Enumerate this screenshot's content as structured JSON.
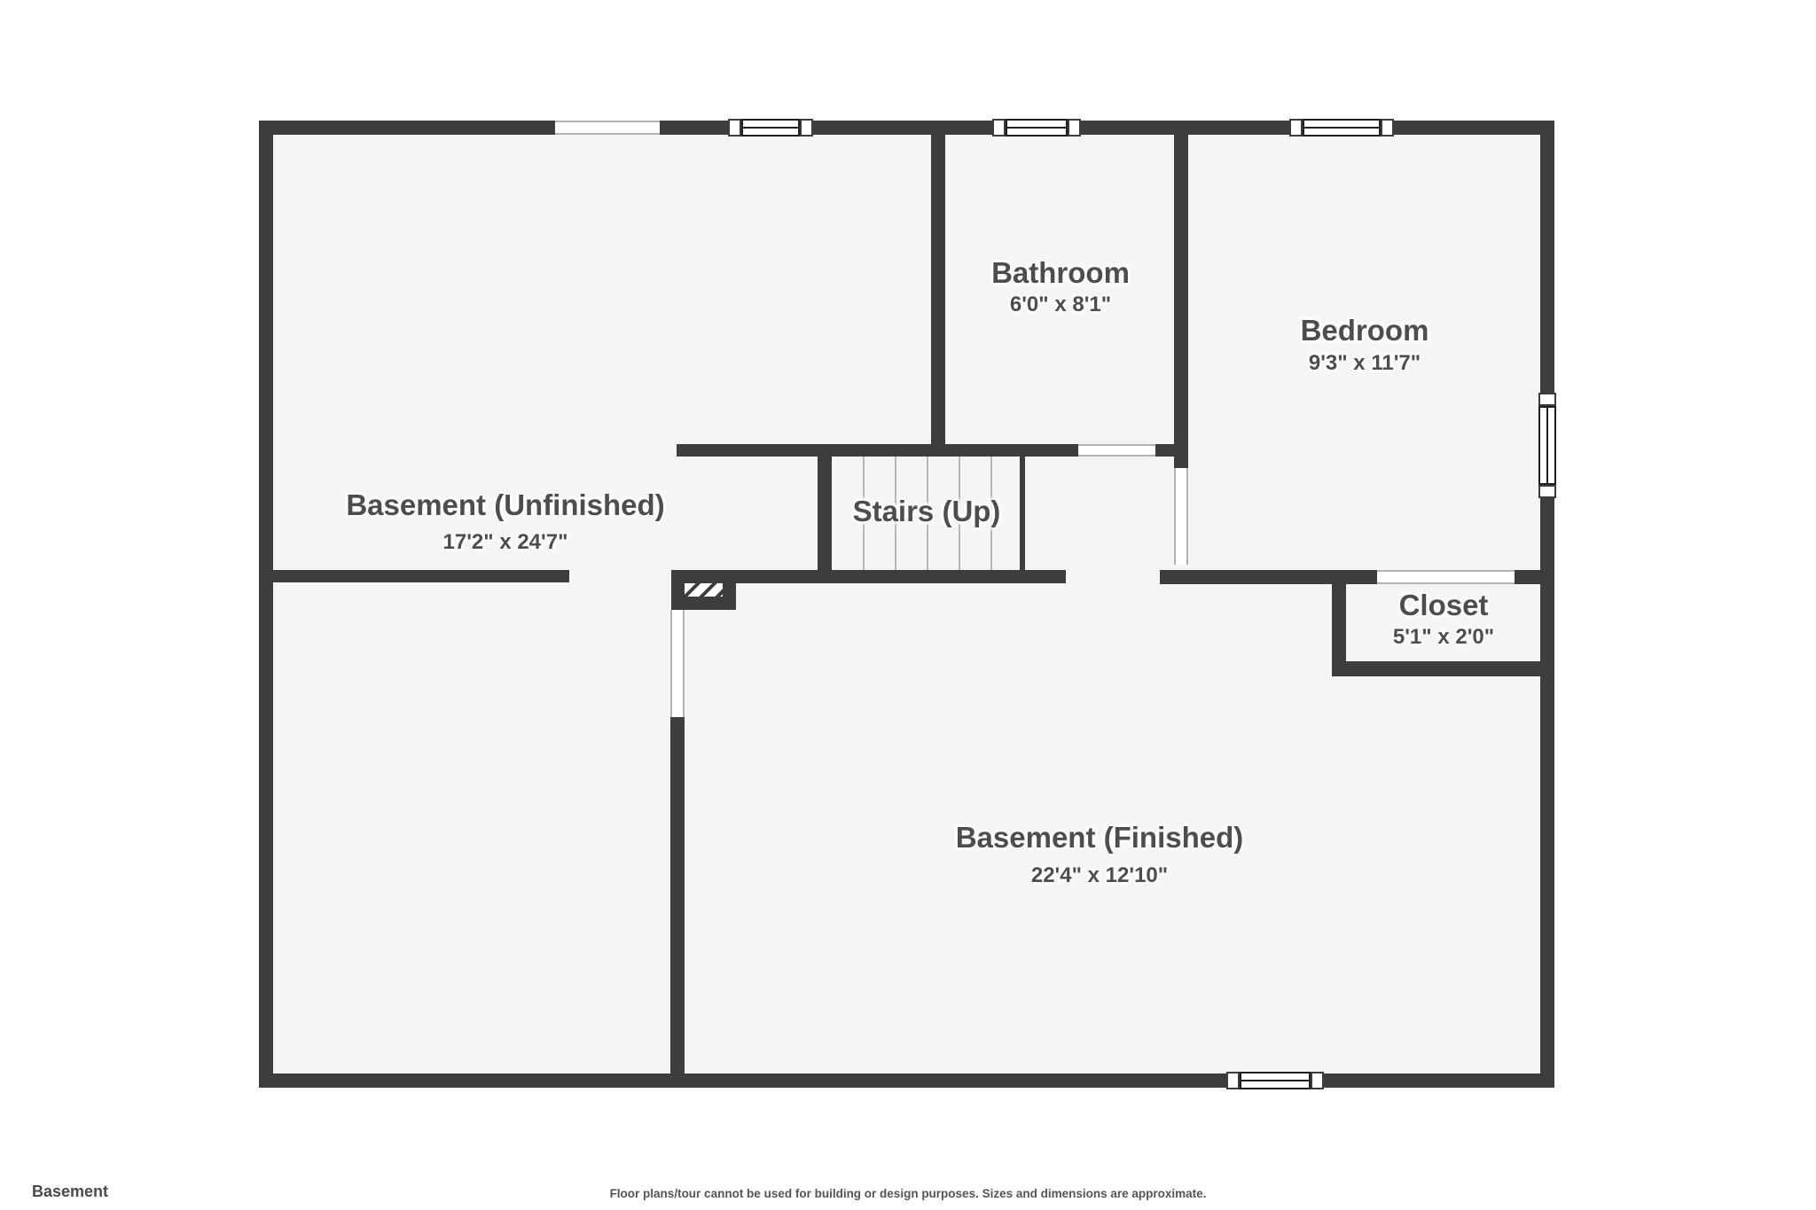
{
  "page": {
    "title": "Basement",
    "disclaimer": "Floor plans/tour cannot be used for building or design purposes. Sizes and dimensions are approximate."
  },
  "rooms": [
    {
      "id": "basement-unfinished",
      "label": "Basement (Unfinished)",
      "dims": "17'2\" x 24'7\""
    },
    {
      "id": "bathroom",
      "label": "Bathroom",
      "dims": "6'0\" x 8'1\""
    },
    {
      "id": "bedroom",
      "label": "Bedroom",
      "dims": "9'3\" x 11'7\""
    },
    {
      "id": "stairs",
      "label": "Stairs (Up)",
      "dims": ""
    },
    {
      "id": "closet",
      "label": "Closet",
      "dims": "5'1\" x 2'0\""
    },
    {
      "id": "basement-finished",
      "label": "Basement (Finished)",
      "dims": "22'4\" x 12'10\""
    }
  ],
  "colors": {
    "wall": "#3d3d3d",
    "floor": "#f5f5f5",
    "label_text": "#4d4d4d",
    "background": "#ffffff"
  }
}
